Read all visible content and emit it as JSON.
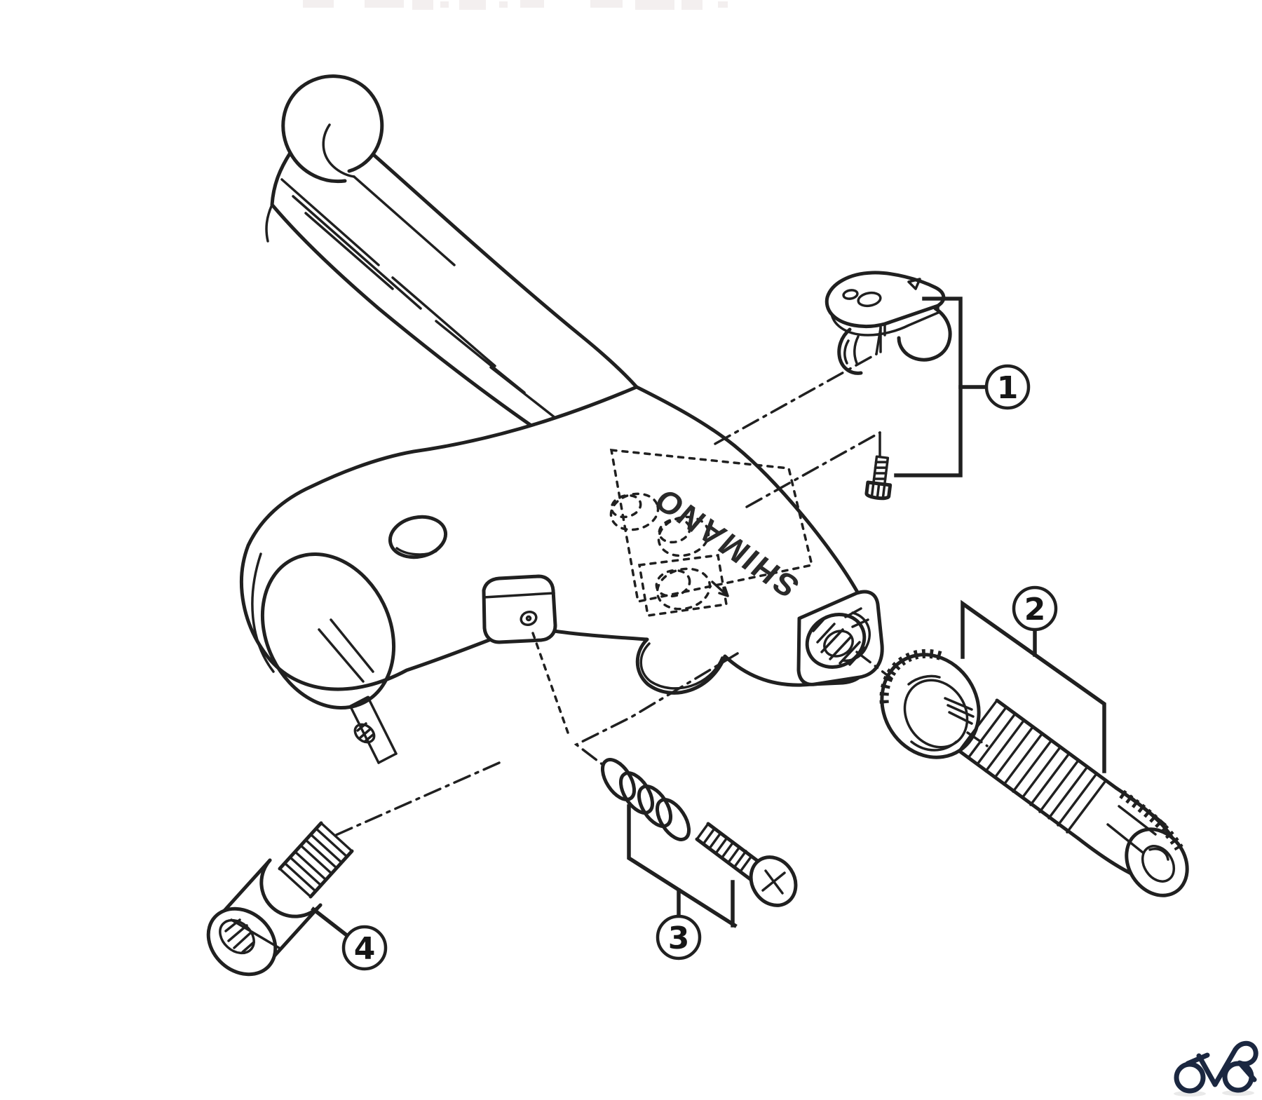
{
  "page": {
    "background": "#ffffff",
    "line_color": "#202020"
  },
  "diagram": {
    "brand_text": "SHIMANO",
    "callouts": [
      {
        "number": "1",
        "part": "release-lever-and-fixing-screw"
      },
      {
        "number": "2",
        "part": "lock-ring-and-cable-adjusting-barrel"
      },
      {
        "number": "3",
        "part": "spring-and-adjusting-screw"
      },
      {
        "number": "4",
        "part": "clamp-fixing-bolt"
      }
    ],
    "footer_logo": {
      "icon": "bicycle-logo",
      "color": "#1b2740"
    }
  }
}
